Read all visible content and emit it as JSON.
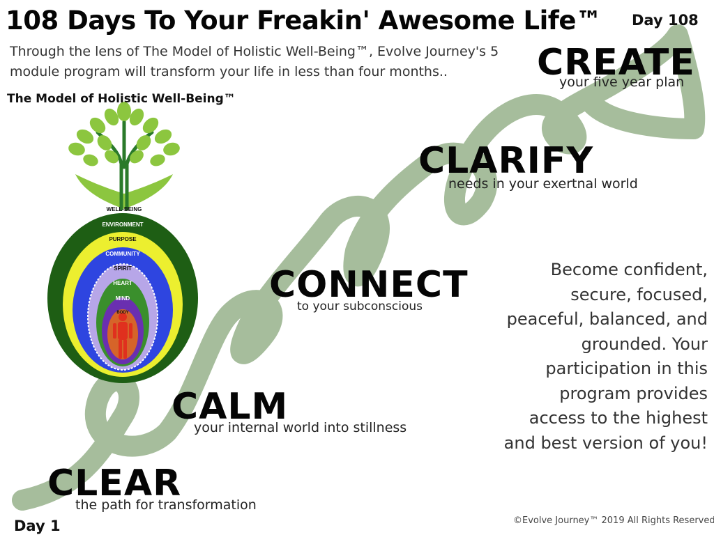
{
  "header": {
    "title": "108 Days To Your Freakin' Awesome Life™",
    "day_end": "Day 108",
    "intro": "Through the lens of The Model of Holistic Well-Being™, Evolve Journey's 5 module program will transform your life in less than four months.."
  },
  "model": {
    "title": "The Model of Holistic Well-Being™",
    "rings": [
      "WELL-BEING",
      "ENVIRONMENT",
      "PURPOSE",
      "COMMUNITY",
      "SPIRIT",
      "HEART",
      "MIND",
      "BODY"
    ]
  },
  "stages": [
    {
      "word": "CLEAR",
      "sub": "the path for transformation"
    },
    {
      "word": "CALM",
      "sub": "your internal world into stillness"
    },
    {
      "word": "CONNECT",
      "sub": "to your subconscious"
    },
    {
      "word": "CLARIFY",
      "sub": "needs in your exertnal world"
    },
    {
      "word": "CREATE",
      "sub": "your five year plan"
    }
  ],
  "promise": "Become confident, secure, focused, peaceful, balanced, and grounded.  Your participation in this program provides access to the highest and best version of you!",
  "footer": {
    "day_start": "Day 1",
    "copyright": "©Evolve Journey™ 2019 All Rights Reserved"
  },
  "colors": {
    "spiral": "#a6bd9c",
    "leaf": "#8cc63f",
    "outer_ring": "#1e5e14",
    "yellow_ring": "#ecef2f",
    "blue_ring": "#2e45e0",
    "violet_ring": "#b7a6e8",
    "green_ring": "#3a8f2c",
    "body_red": "#e0301e"
  }
}
